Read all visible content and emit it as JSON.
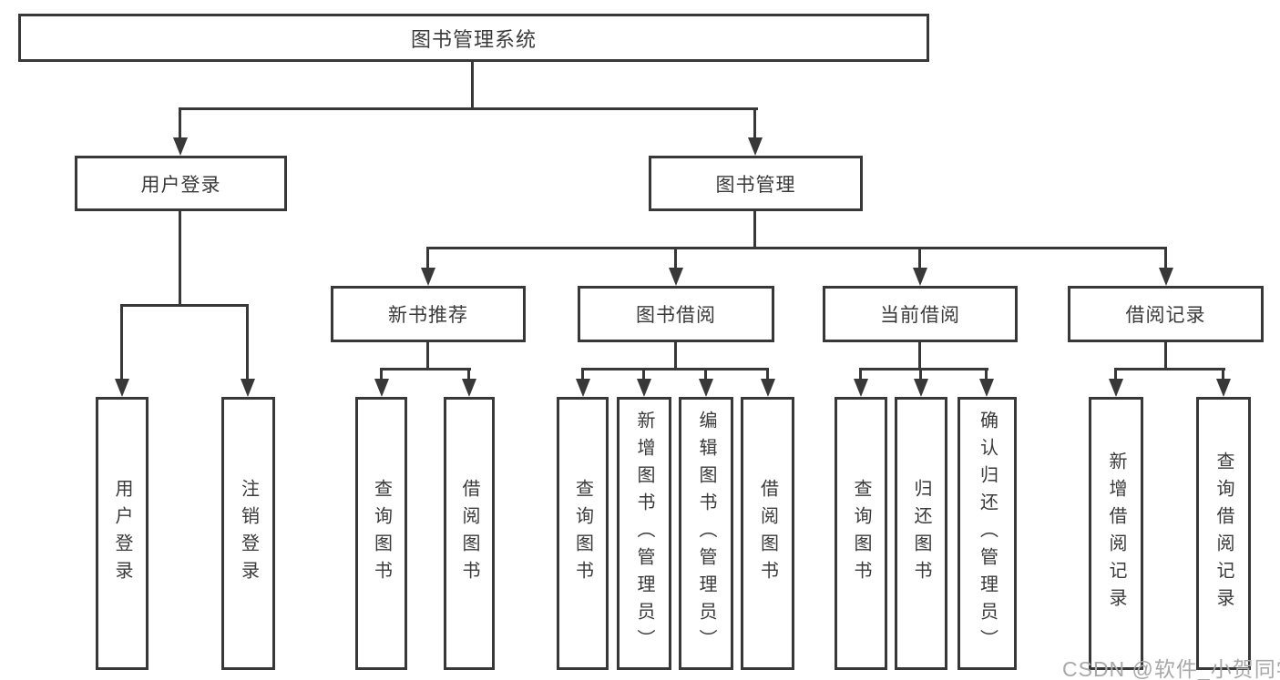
{
  "diagram_title": "图书管理系统",
  "colors": {
    "line": "#383838",
    "text": "#3a3a3a",
    "background": "#ffffff",
    "watermark": "#a8a8a8"
  },
  "tree": {
    "root": {
      "label": "图书管理系统"
    },
    "level2": [
      {
        "label": "用户登录"
      },
      {
        "label": "图书管理"
      }
    ],
    "level3": [
      {
        "parent": "图书管理",
        "label": "新书推荐"
      },
      {
        "parent": "图书管理",
        "label": "图书借阅"
      },
      {
        "parent": "图书管理",
        "label": "当前借阅"
      },
      {
        "parent": "图书管理",
        "label": "借阅记录"
      }
    ],
    "leaves": [
      {
        "parent": "用户登录",
        "label": "用户登录"
      },
      {
        "parent": "用户登录",
        "label": "注销登录"
      },
      {
        "parent": "新书推荐",
        "label": "查询图书"
      },
      {
        "parent": "新书推荐",
        "label": "借阅图书"
      },
      {
        "parent": "图书借阅",
        "label": "查询图书"
      },
      {
        "parent": "图书借阅",
        "label": "新增图书（管理员）"
      },
      {
        "parent": "图书借阅",
        "label": "编辑图书（管理员）"
      },
      {
        "parent": "图书借阅",
        "label": "借阅图书"
      },
      {
        "parent": "当前借阅",
        "label": "查询图书"
      },
      {
        "parent": "当前借阅",
        "label": "归还图书"
      },
      {
        "parent": "当前借阅",
        "label": "确认归还（管理员）"
      },
      {
        "parent": "借阅记录",
        "label": "新增借阅记录"
      },
      {
        "parent": "借阅记录",
        "label": "查询借阅记录"
      }
    ]
  },
  "watermark": "CSDN @软件_小贺同学"
}
